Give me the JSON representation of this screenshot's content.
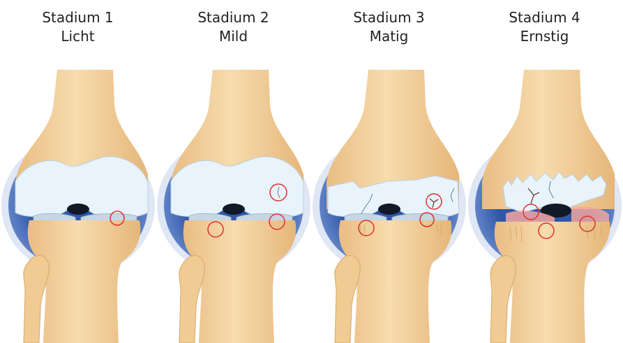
{
  "stages": [
    {
      "title": "Stadium 1",
      "severity": "Licht"
    },
    {
      "title": "Stadium 2",
      "severity": "Mild"
    },
    {
      "title": "Stadium 3",
      "severity": "Matig"
    },
    {
      "title": "Stadium 4",
      "severity": "Ernstig"
    }
  ],
  "colors": {
    "bone": "#f2cf9a",
    "bone_shadow": "#d9a86a",
    "capsule": "#3d63b4",
    "capsule_edge": "#c9d4ec",
    "cartilage": "#e6f2fb",
    "meniscus": "#c7d8e6",
    "marker": "#e0302e",
    "inflammation": "#f2a6a0"
  }
}
